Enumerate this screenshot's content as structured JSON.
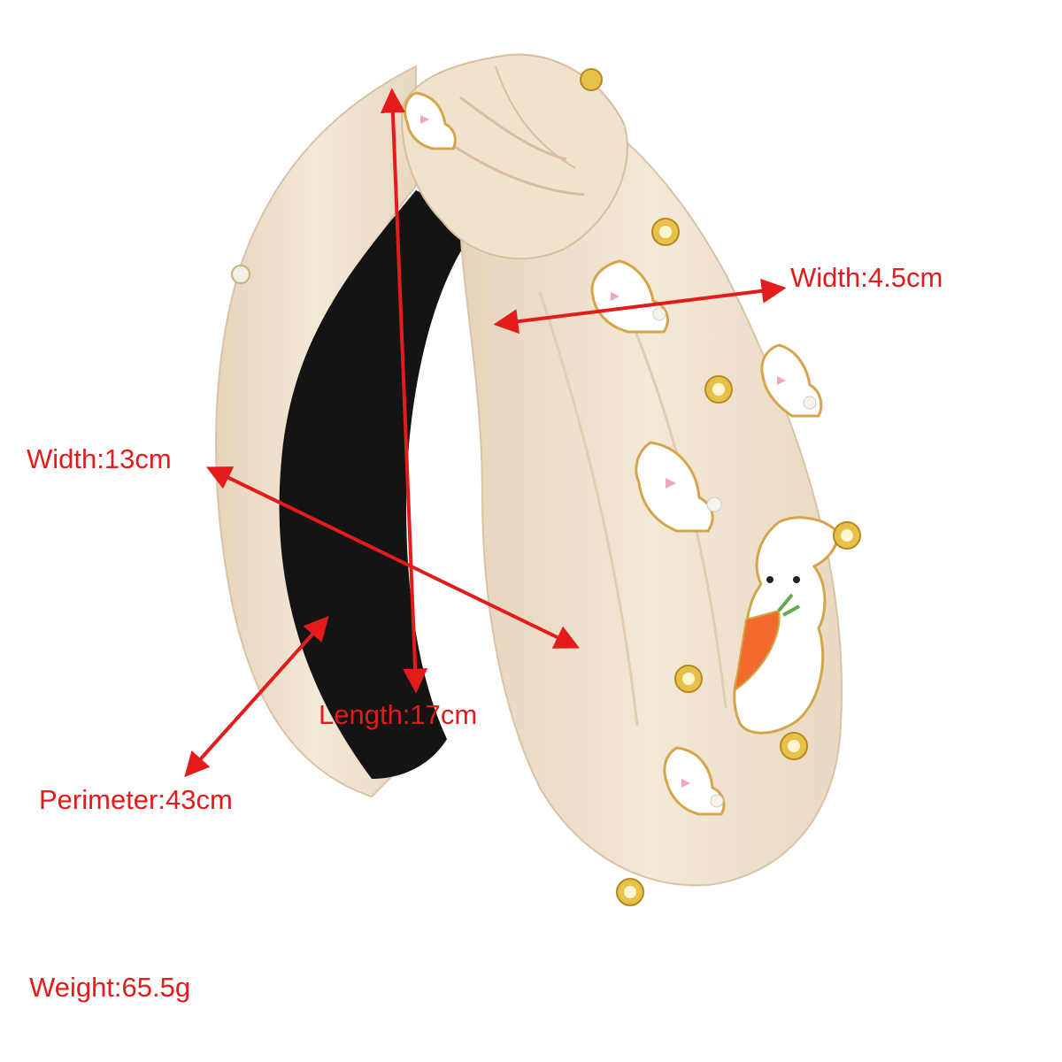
{
  "product": {
    "description_hidden": false,
    "colors": {
      "fabric": "#f1e4d2",
      "fabric_shadow": "#dfcbb1",
      "lining": "#141414",
      "annotation": "#e31b1b",
      "rhinestone": "#e8c14a",
      "enamel_white": "#ffffff",
      "bow_pink": "#f2a7b5",
      "carrot_orange": "#f26b2a"
    }
  },
  "labels": {
    "width_top": "Width:4.5cm",
    "width_side": "Width:13cm",
    "perimeter": "Perimeter:43cm",
    "length": "Length:17cm",
    "weight": "Weight:65.5g"
  },
  "icons": {
    "arrowhead": "arrowhead-icon",
    "bunny": "bunny-charm-icon",
    "rhinestone": "rhinestone-icon"
  }
}
